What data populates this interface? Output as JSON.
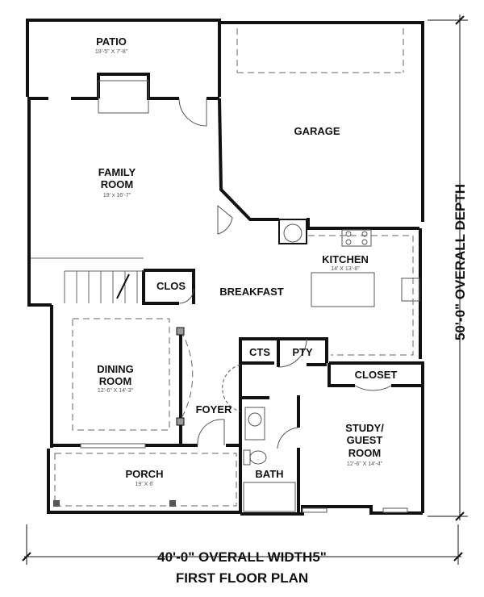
{
  "title": "FIRST FLOOR PLAN",
  "overall_width": "40'-0\" OVERALL WIDTH5\"",
  "overall_depth": "50'-0\" OVERALL DEPTH",
  "rooms": {
    "patio": {
      "name": "PATIO",
      "dims": "19'-5\" X 7'-8\""
    },
    "family_room": {
      "name1": "FAMILY",
      "name2": "ROOM",
      "dims": "19' x 16'-7\""
    },
    "garage": {
      "name": "GARAGE"
    },
    "kitchen": {
      "name": "KITCHEN",
      "dims": "14' X 13'-8\""
    },
    "breakfast": {
      "name": "BREAKFAST"
    },
    "clos": {
      "name": "CLOS"
    },
    "dining_room": {
      "name1": "DINING",
      "name2": "ROOM",
      "dims": "12'-6\" X 14'-3\""
    },
    "foyer": {
      "name": "FOYER"
    },
    "porch": {
      "name": "PORCH",
      "dims": "19' X 6'"
    },
    "cts": {
      "name": "CTS"
    },
    "pty": {
      "name": "PTY"
    },
    "closet": {
      "name": "CLOSET"
    },
    "study": {
      "name1": "STUDY/",
      "name2": "GUEST",
      "name3": "ROOM",
      "dims": "12'-6\" X 14'-4\""
    },
    "bath": {
      "name": "BATH"
    }
  }
}
